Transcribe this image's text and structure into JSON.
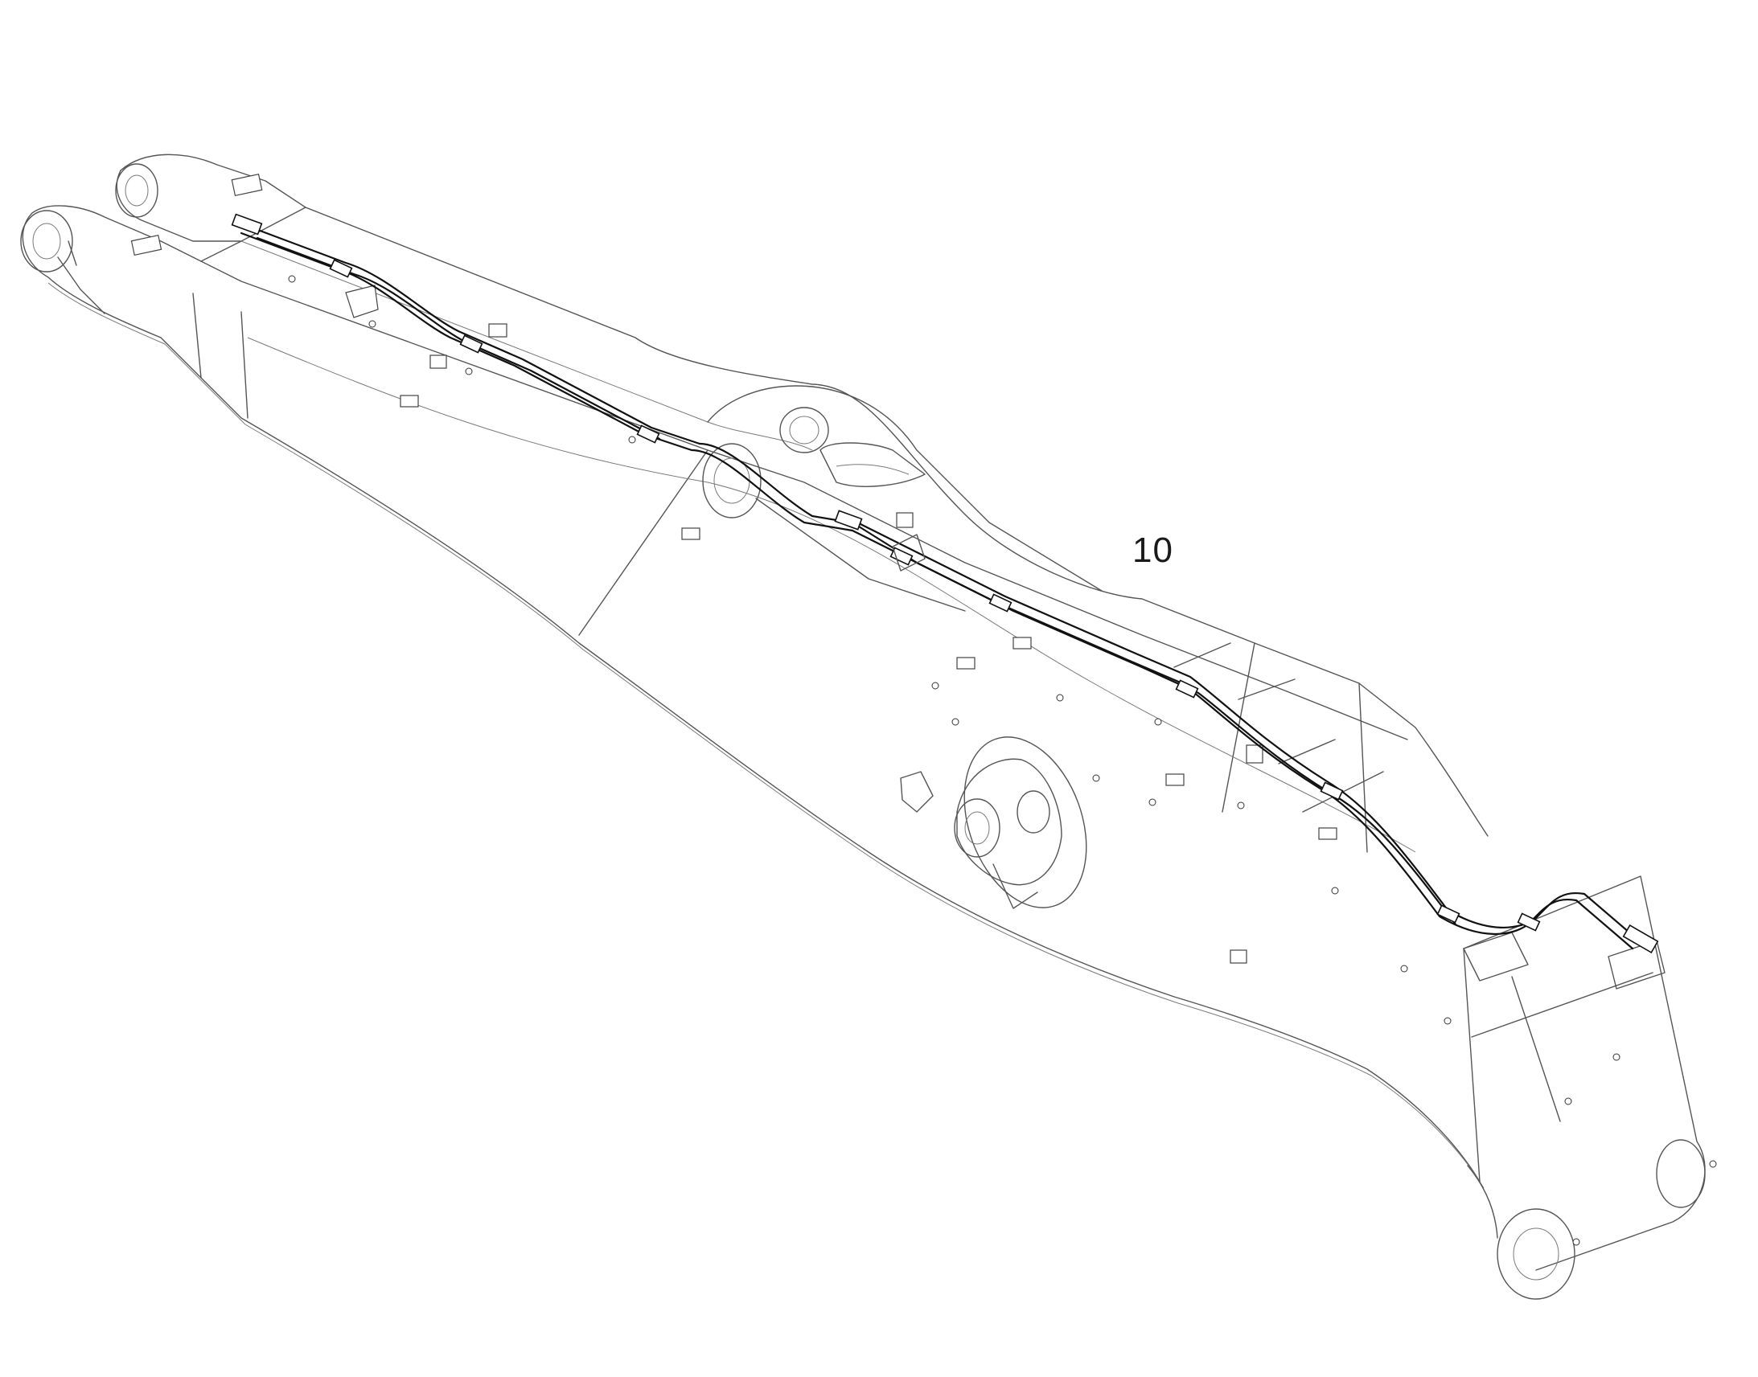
{
  "drawing": {
    "subject": "boom-assembly-hydraulic-lines",
    "callouts": [
      {
        "id": "callout-10",
        "label": "10"
      }
    ],
    "colors": {
      "outline": "#555555",
      "hose": "#111111",
      "background": "#ffffff"
    }
  }
}
